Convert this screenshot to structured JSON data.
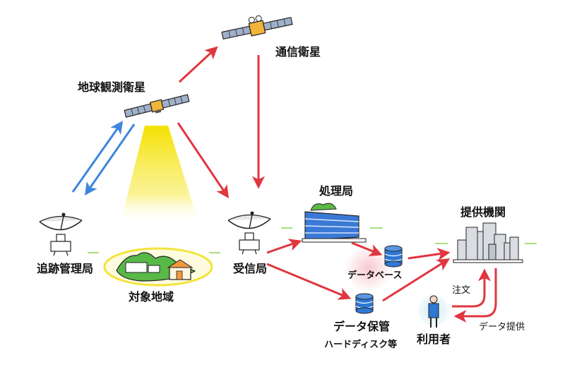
{
  "labels": {
    "comm_satellite": "通信衛星",
    "earth_obs_satellite": "地球観測衛星",
    "tracking_station": "追跡管理局",
    "target_area": "対象地域",
    "receiving_station": "受信局",
    "processing_station": "処理局",
    "database": "データベース",
    "data_storage": "データ保管",
    "data_storage_note": "ハードディスク等",
    "provider": "提供機関",
    "user": "利用者",
    "order": "注文",
    "data_provision": "データ提供"
  },
  "colors": {
    "red_arrow": "#e0363f",
    "blue_arrow": "#3d86dd",
    "sensor_beam": "#f4e100",
    "area_outline": "#f3e43b",
    "ground_line": "#a8e07c",
    "database_fill": "#2f78d3",
    "pink_glow": "#f7c9cf",
    "user_glow": "#cfeaf4"
  }
}
